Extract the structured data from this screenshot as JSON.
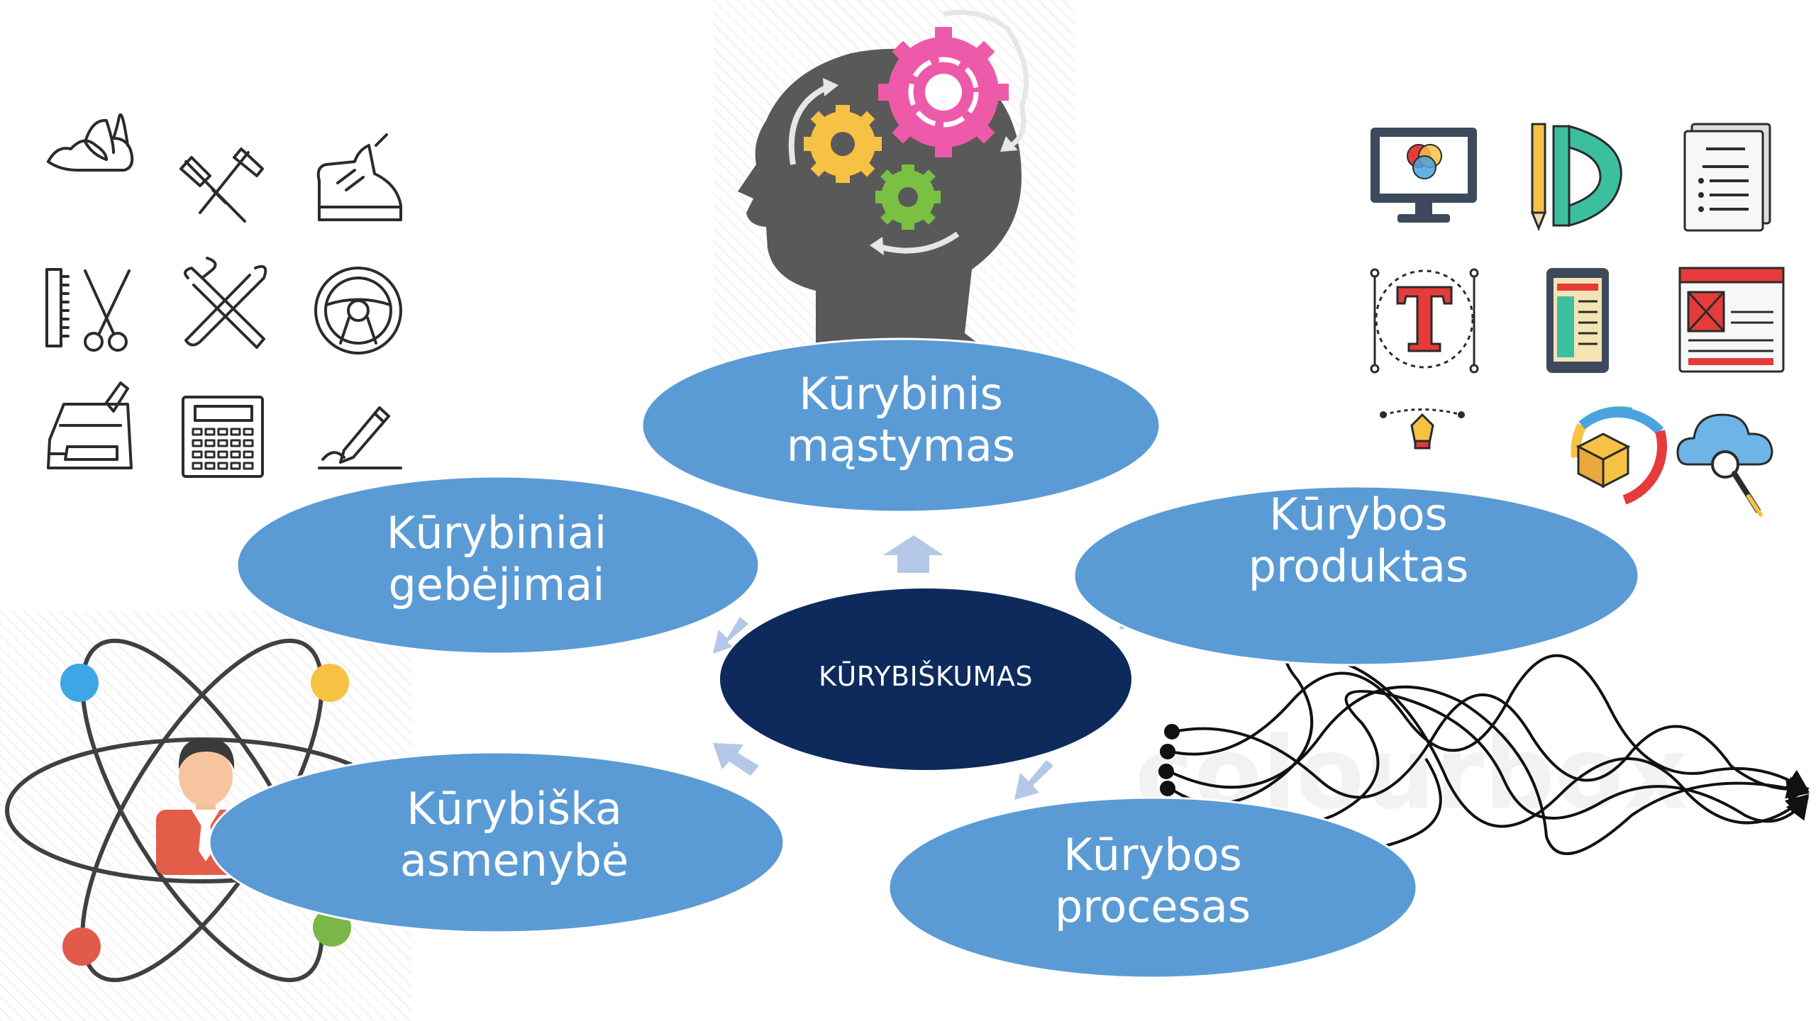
{
  "diagram": {
    "center": {
      "label": "KŪRYBIŠKUMAS",
      "color": "#0e2a5c"
    },
    "nodes": [
      {
        "id": "mastymas",
        "line1": "Kūrybinis",
        "line2": "mąstymas"
      },
      {
        "id": "produktas",
        "line1": "Kūrybos",
        "line2": "produktas"
      },
      {
        "id": "procesas",
        "line1": "Kūrybos",
        "line2": "procesas"
      },
      {
        "id": "asmenybe",
        "line1": "Kūrybiška",
        "line2": "asmenybė"
      },
      {
        "id": "gebejimai",
        "line1": "Kūrybiniai",
        "line2": "gebėjimai"
      }
    ],
    "node_color": "#5b9bd5",
    "arrow_color": "#b4c7e7"
  },
  "watermark": {
    "text": "colourbox"
  },
  "icons": {
    "skills_grid": [
      "muscle-arm-icon",
      "saw-hammer-icon",
      "shoe-icon",
      "comb-scissors-icon",
      "wrench-pipe-icon",
      "steering-wheel-icon",
      "drawing-tablet-icon",
      "calculator-icon",
      "pen-signature-icon"
    ],
    "product_grid": [
      "monitor-color-icon",
      "pencil-ruler-icon",
      "document-list-icon",
      "text-tool-icon",
      "tablet-layout-icon",
      "web-wireframe-icon",
      "pen-tool-icon",
      "color-box-icon",
      "cloud-search-icon"
    ],
    "head": "head-gears-icon",
    "person": "person-atom-icon",
    "process": "tangled-lines-icon"
  }
}
